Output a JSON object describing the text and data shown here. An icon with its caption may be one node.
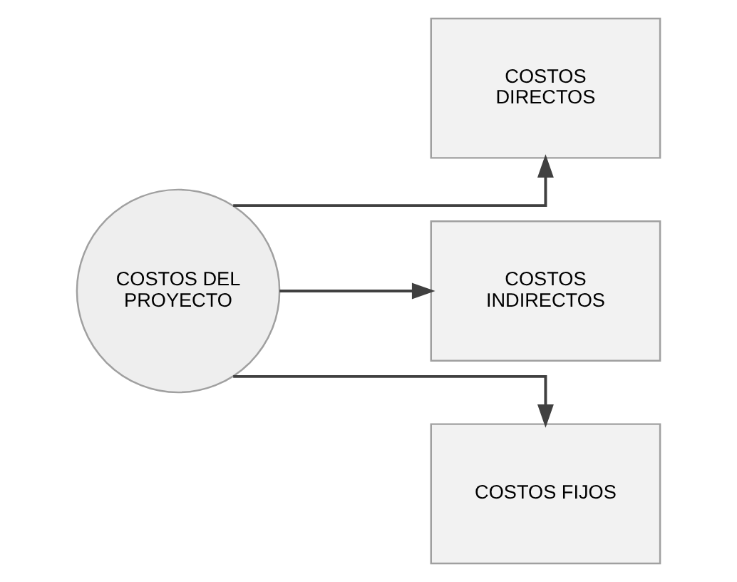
{
  "diagram": {
    "nodes": [
      {
        "text": [
          "COSTOS DEL PROYECTO"
        ]
      },
      {
        "text": [
          "COSTOS DIRECTOS"
        ]
      },
      {
        "text": [
          "COSTOS INDIRECTOS"
        ]
      },
      {
        "text": [
          "COSTOS FIJOS"
        ]
      }
    ],
    "edges": [
      {
        "from": 0,
        "to": 1,
        "arrow": "to"
      },
      {
        "from": 0,
        "to": 2,
        "arrow": "to"
      },
      {
        "from": 0,
        "to": 3,
        "arrow": "to"
      }
    ]
  }
}
